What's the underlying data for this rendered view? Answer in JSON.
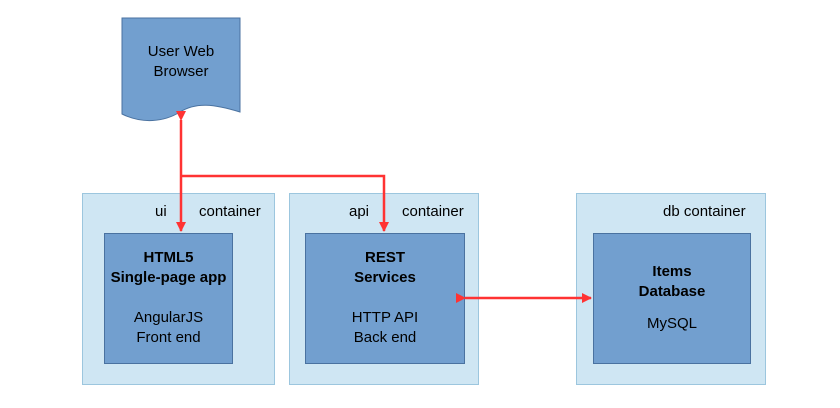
{
  "browser": {
    "line1": "User Web",
    "line2": "Browser"
  },
  "containers": {
    "ui": {
      "name": "ui",
      "word": "container",
      "app_title1": "HTML5",
      "app_title2": "Single-page app",
      "app_sub1": "AngularJS",
      "app_sub2": "Front end"
    },
    "api": {
      "name": "api",
      "word": "container",
      "app_title1": "REST",
      "app_title2": "Services",
      "app_sub1": "HTTP API",
      "app_sub2": "Back end"
    },
    "db": {
      "label": "db container",
      "app_title1": "Items",
      "app_title2": "Database",
      "app_sub1": "MySQL"
    }
  },
  "colors": {
    "container_fill": "#cfe6f3",
    "component_fill": "#729fcf",
    "arrow": "#ff3333"
  }
}
